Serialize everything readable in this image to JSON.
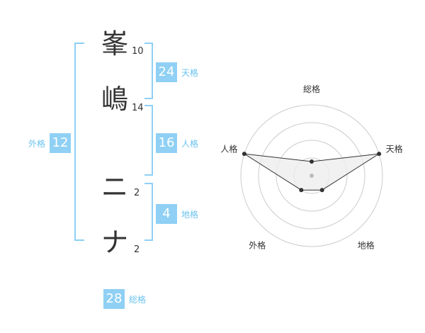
{
  "name": {
    "chars": [
      {
        "char": "峯",
        "strokes": "10"
      },
      {
        "char": "嶋",
        "strokes": "14"
      },
      {
        "char": "ニ",
        "strokes": "2"
      },
      {
        "char": "ナ",
        "strokes": "2"
      }
    ]
  },
  "kakusu": {
    "tenkaku": {
      "value": "24",
      "label": "天格"
    },
    "jinkaku": {
      "value": "16",
      "label": "人格"
    },
    "chikaku": {
      "value": "4",
      "label": "地格"
    },
    "gaikaku": {
      "value": "12",
      "label": "外格"
    },
    "soukaku": {
      "value": "28",
      "label": "総格"
    }
  },
  "chart_data": {
    "type": "radar",
    "axes": [
      "総格",
      "天格",
      "地格",
      "外格",
      "人格"
    ],
    "values": [
      0.2,
      1.0,
      0.25,
      0.25,
      1.0
    ],
    "rings": 4,
    "colors": {
      "fill": "#eeeeee",
      "stroke": "#333333",
      "grid": "#cccccc",
      "center": "#bbbbbb"
    }
  },
  "colors": {
    "accent": "#8fd0f4",
    "label": "#6cc3ef"
  }
}
